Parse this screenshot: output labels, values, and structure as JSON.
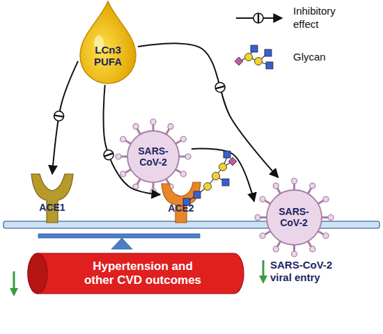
{
  "diagram": {
    "nodes": [
      {
        "text": [
          "LCn3 PUFA"
        ]
      },
      {
        "text": [
          "SARS-CoV-2"
        ]
      },
      {
        "text": [
          "ACE1"
        ]
      },
      {
        "text": [
          "ACE2"
        ]
      },
      {
        "text": [
          "SARS-CoV-2"
        ]
      },
      {
        "text": [
          "Hypertension and other CVD outcomes"
        ]
      }
    ],
    "edges": [
      {
        "from": 0,
        "to": 2,
        "arrow": "to"
      },
      {
        "from": 0,
        "to": 3,
        "arrow": "to"
      },
      {
        "from": 0,
        "to": 4,
        "arrow": "to"
      },
      {
        "from": 1,
        "to": 4,
        "arrow": "to"
      }
    ],
    "labels": [
      "SARS-CoV-2 viral entry"
    ],
    "legend": [
      {
        "text": "Inhibitory effect"
      },
      {
        "text": "Glycan"
      }
    ]
  }
}
